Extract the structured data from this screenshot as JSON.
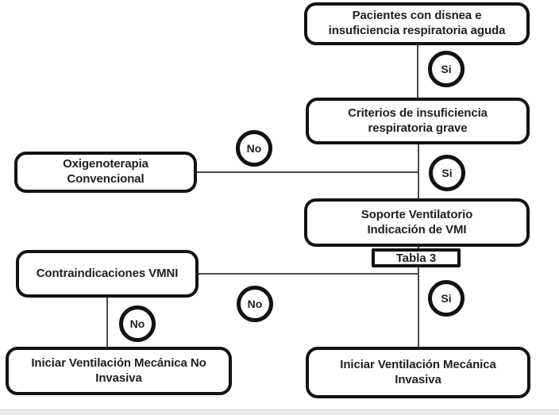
{
  "colors": {
    "background": "#ffffff",
    "box_border": "#121212",
    "text": "#1f1f1f",
    "connector": "#4a4a4a",
    "footer_band": "#ececec",
    "footer_band_edge": "#d6d6d6"
  },
  "nodes": {
    "patients": "Pacientes con disnea e\ninsuficiencia respiratoria aguda",
    "criteria": "Criterios de insuficiencia\nrespiratoria grave",
    "oxygen": "Oxigenoterapia\nConvencional",
    "support": "Soporte Ventilatorio\nIndicación de VMI",
    "table_ref": "Tabla 3",
    "contraindications": "Contraindicaciones VMNI",
    "noninvasive": "Iniciar Ventilación Mecánica No\nInvasiva",
    "invasive": "Iniciar Ventilación Mecánica\nInvasiva"
  },
  "decisions": {
    "si_criteria": "Si",
    "no_oxygen": "No",
    "si_support": "Si",
    "si_invasive": "Si",
    "no_vmni": "No",
    "no_noninvasive": "No"
  }
}
